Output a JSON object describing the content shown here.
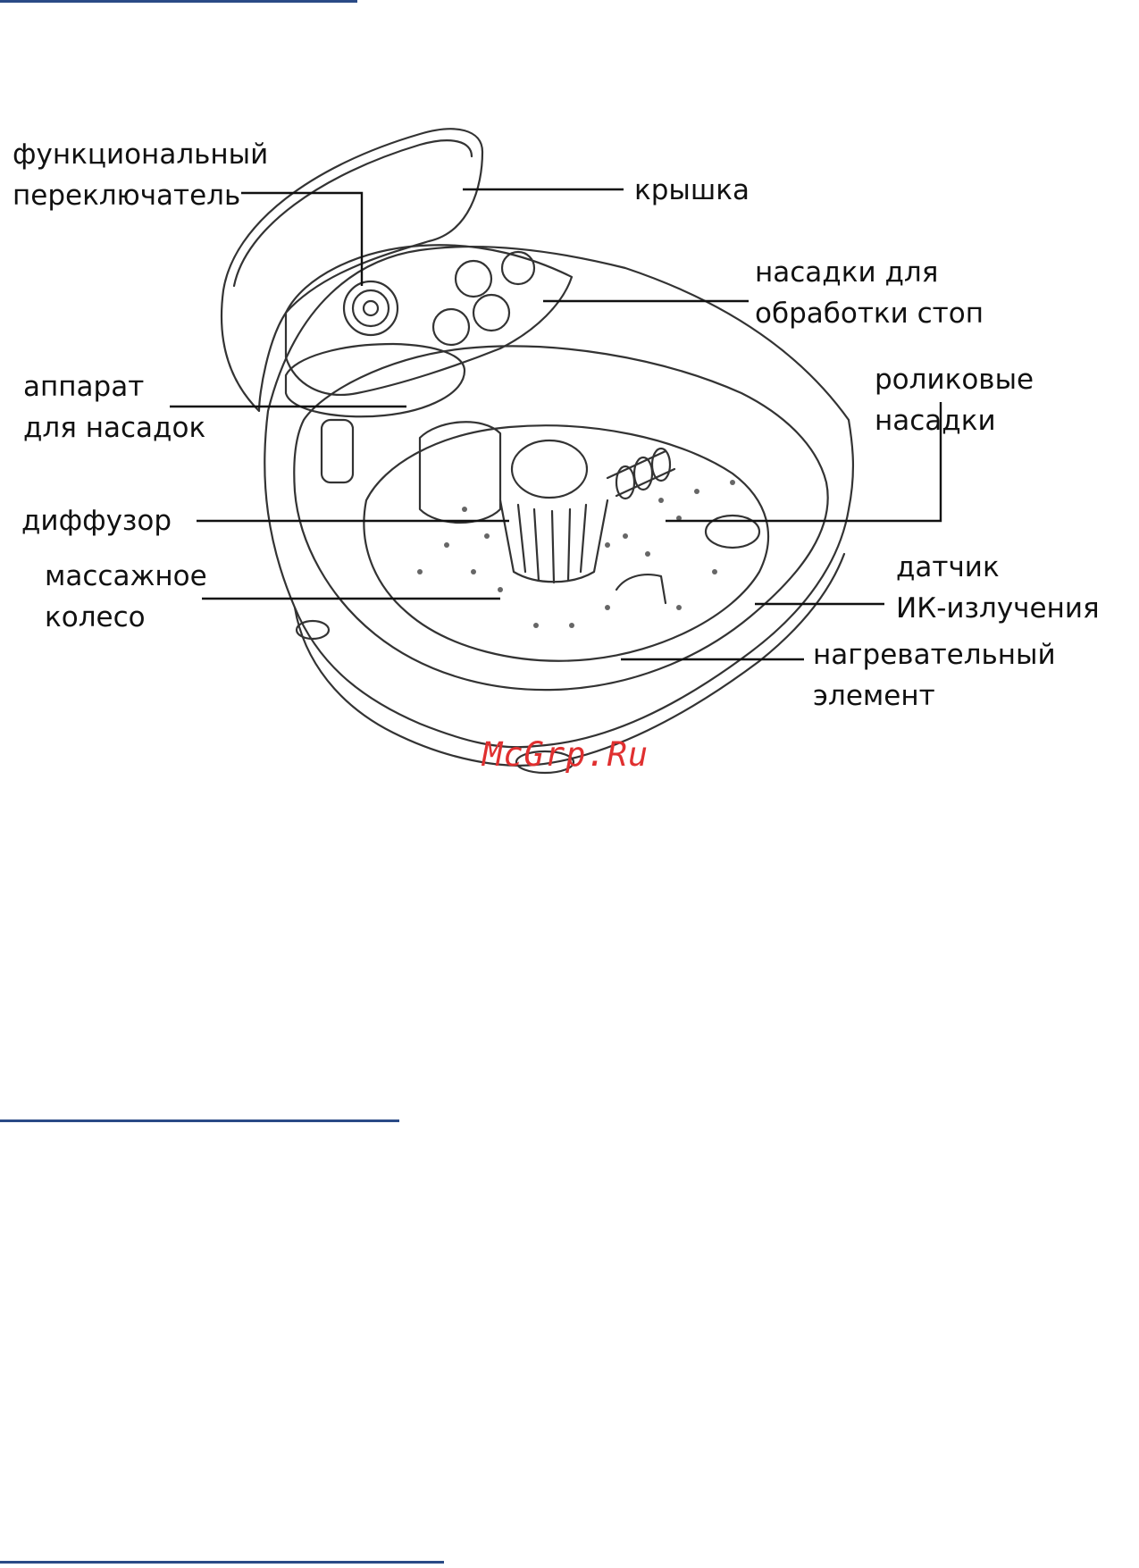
{
  "colors": {
    "rule": "#2a4a86",
    "line": "#111111",
    "watermark": "#e03030"
  },
  "labels": {
    "function_switch": [
      "функциональный",
      "переключатель"
    ],
    "lid": [
      "крышка"
    ],
    "foot_attachments": [
      "насадки для",
      "обработки стоп"
    ],
    "attachment_device": [
      "аппарат",
      "для насадок"
    ],
    "roller_attachments": [
      "роликовые",
      "насадки"
    ],
    "diffuser": [
      "диффузор"
    ],
    "massage_wheel": [
      "массажное",
      "колесо"
    ],
    "ir_sensor": [
      "датчик",
      "ИК-излучения"
    ],
    "heating_element": [
      "нагревательный",
      "элемент"
    ]
  },
  "watermark": "McGrp.Ru"
}
